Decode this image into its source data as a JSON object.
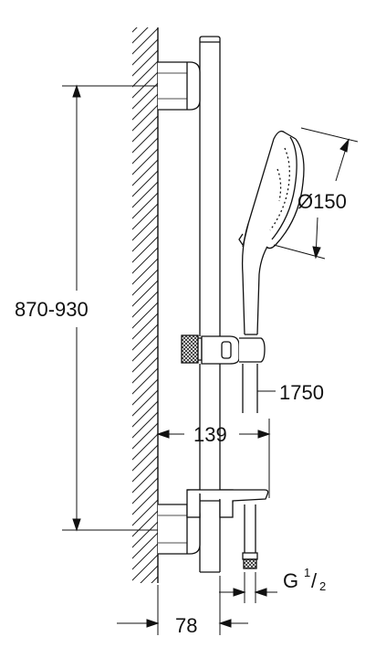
{
  "drawing": {
    "height_range": "870-930",
    "diameter": "Ø150",
    "hose_length": "1750",
    "projection": "139",
    "wall_distance": "78",
    "thread_prefix": "G",
    "thread_num": "1",
    "thread_den": "2"
  }
}
